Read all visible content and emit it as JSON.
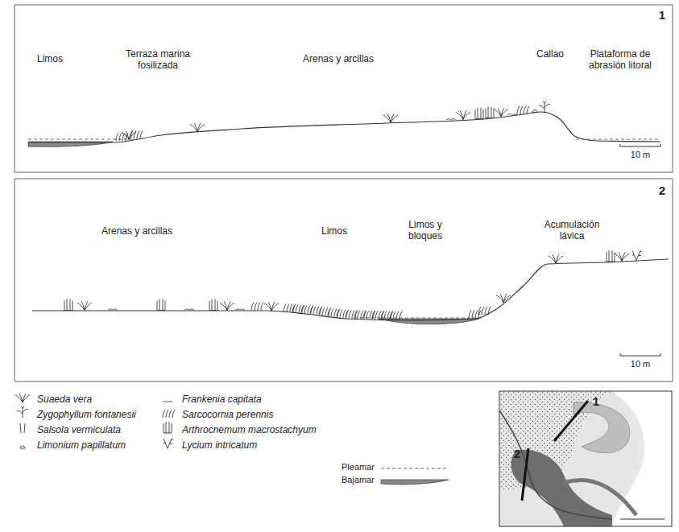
{
  "diagram": {
    "labels": [
      "Limos",
      "Terraza marina fosilizada",
      "Arenas y arcillas",
      "Callao",
      "Plataforma de abrasión litoral",
      "10 m",
      "1",
      "Arenas y arcillas",
      "Limos",
      "Limos y bloques",
      "Acumulación lávica",
      "10 m",
      "2",
      "1",
      "2"
    ],
    "legend": [
      {
        "text": "Suaeda vera"
      },
      {
        "text": "Zygophyllum fontanesii"
      },
      {
        "text": "Salsola vermiculata"
      },
      {
        "text": "Limonium papillatum"
      },
      {
        "text": "Frankenia capitata"
      },
      {
        "text": "Sarcocornia perennis"
      },
      {
        "text": "Arthrocnemum macrostachyum"
      },
      {
        "text": "Lycium intricatum"
      },
      {
        "text": "Pleamar"
      },
      {
        "text": "Bajamar"
      }
    ]
  }
}
